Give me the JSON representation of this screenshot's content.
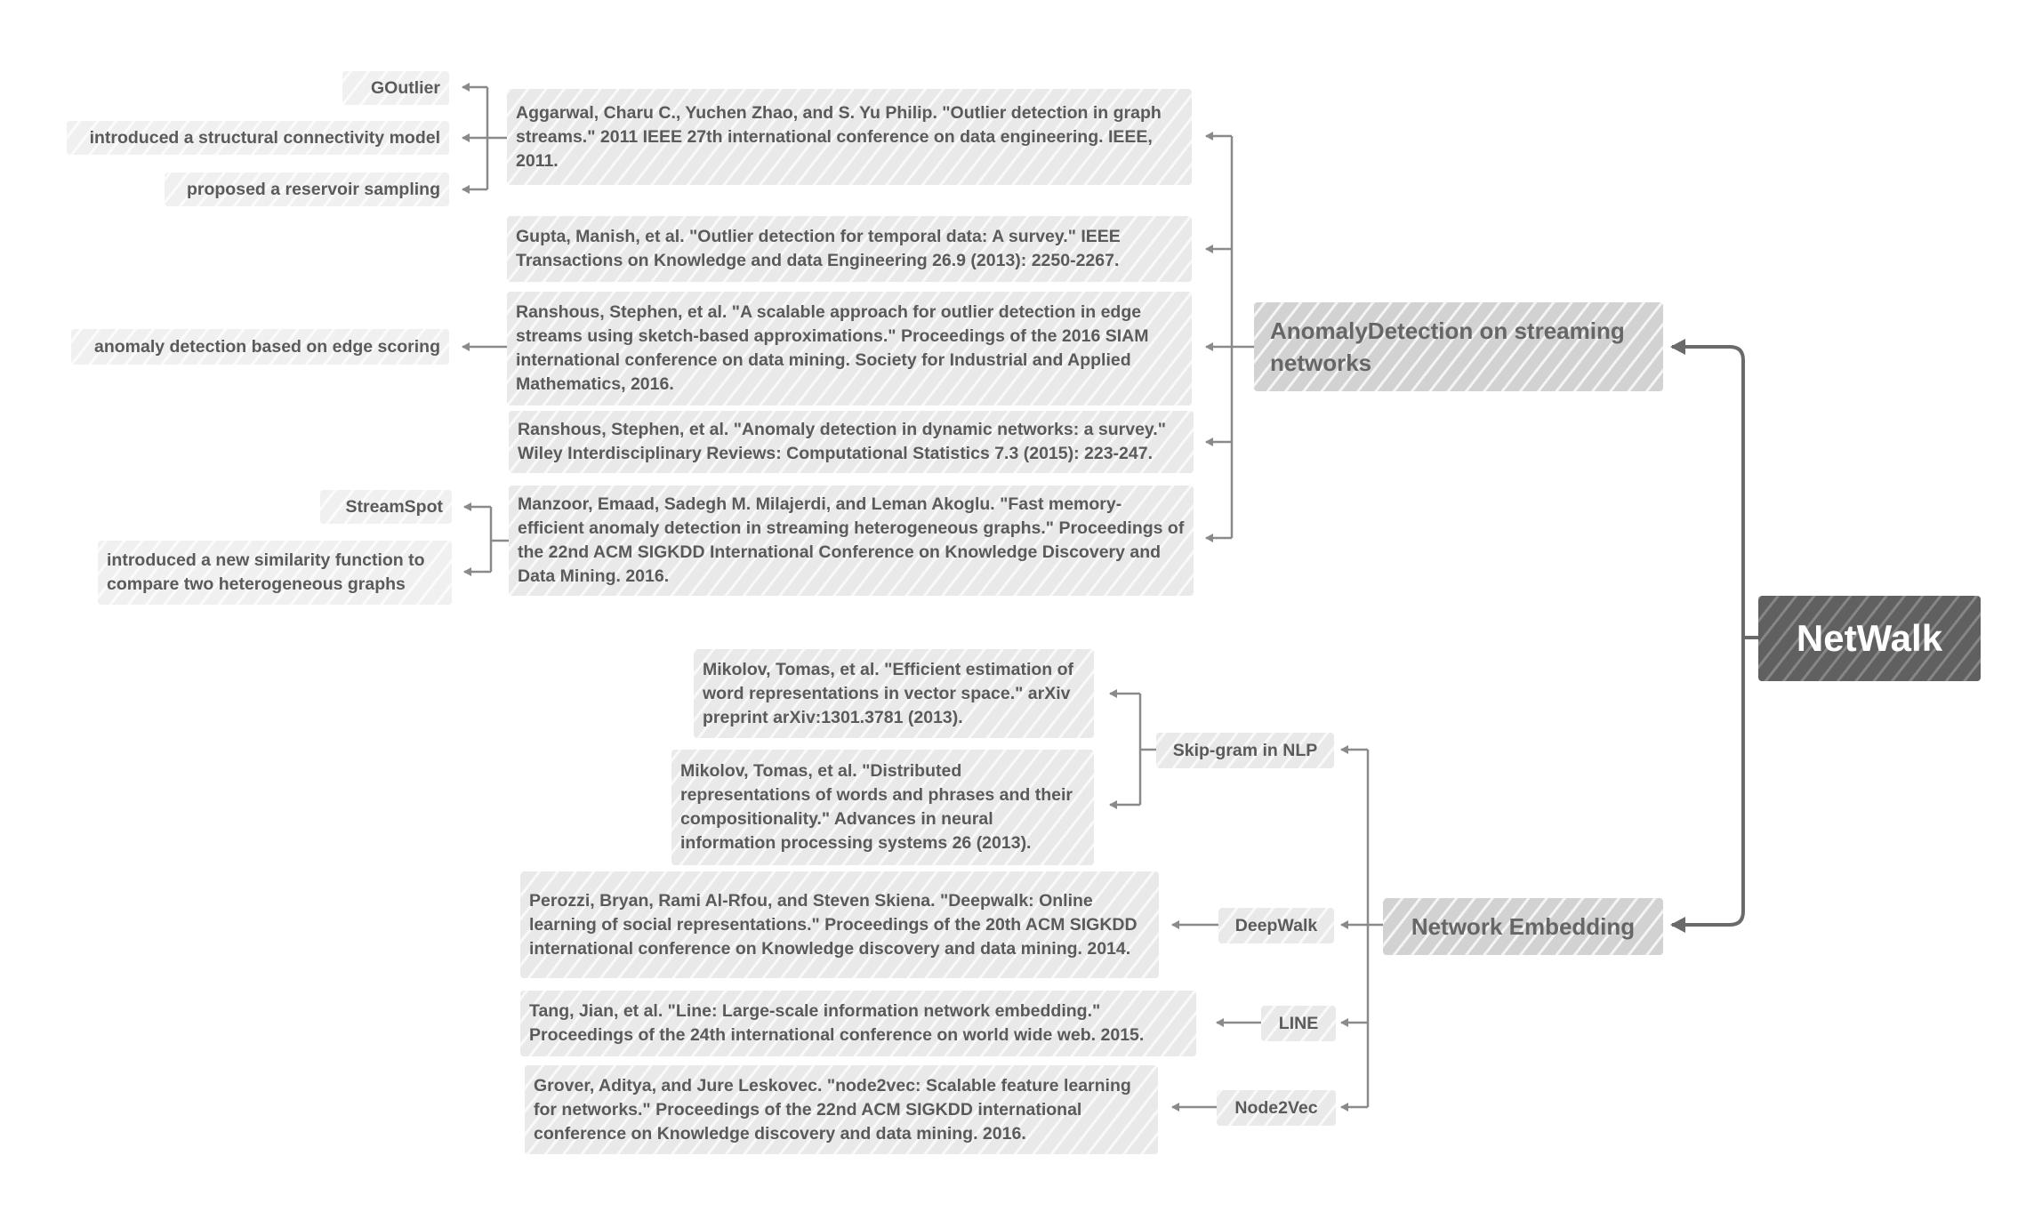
{
  "root": {
    "label": "NetWalk"
  },
  "anomaly": {
    "label": "AnomalyDetection on streaming networks",
    "refs": [
      "Aggarwal, Charu C., Yuchen Zhao, and S. Yu Philip. \"Outlier detection in graph streams.\" 2011 IEEE 27th international conference on data engineering. IEEE, 2011.",
      "Gupta, Manish, et al. \"Outlier detection for temporal data: A survey.\" IEEE Transactions on Knowledge and data Engineering 26.9 (2013): 2250-2267.",
      "Ranshous, Stephen, et al. \"A scalable approach for outlier detection in edge streams using sketch-based approximations.\" Proceedings of the 2016 SIAM international conference on data mining. Society for Industrial and Applied Mathematics, 2016.",
      "Ranshous, Stephen, et al. \"Anomaly detection in dynamic networks: a survey.\" Wiley Interdisciplinary Reviews: Computational Statistics 7.3 (2015): 223-247.",
      "Manzoor, Emaad, Sadegh M. Milajerdi, and Leman Akoglu. \"Fast memory-efficient anomaly detection in streaming heterogeneous graphs.\" Proceedings of the 22nd ACM SIGKDD International Conference on Knowledge Discovery and Data Mining. 2016."
    ],
    "notes": {
      "goutlier": "GOutlier",
      "structural": "introduced a structural connectivity model",
      "reservoir": "proposed a reservoir sampling",
      "edge_scoring": "anomaly detection based on edge scoring",
      "streamspot": "StreamSpot",
      "similarity": "introduced a new similarity function to compare two heterogeneous graphs"
    }
  },
  "embedding": {
    "label": "Network Embedding",
    "methods": {
      "skipgram": "Skip-gram in NLP",
      "deepwalk": "DeepWalk",
      "line": "LINE",
      "node2vec": "Node2Vec"
    },
    "refs": {
      "mikolov1": "Mikolov, Tomas, et al. \"Efficient estimation of word representations in vector space.\" arXiv preprint arXiv:1301.3781 (2013).",
      "mikolov2": "Mikolov, Tomas, et al. \"Distributed representations of words and phrases and their compositionality.\" Advances in neural information processing systems 26 (2013).",
      "deepwalk": "Perozzi, Bryan, Rami Al-Rfou, and Steven Skiena. \"Deepwalk: Online learning of social representations.\" Proceedings of the 20th ACM SIGKDD international conference on Knowledge discovery and data mining. 2014.",
      "line": "Tang, Jian, et al. \"Line: Large-scale information network embedding.\" Proceedings of the 24th international conference on world wide web. 2015.",
      "node2vec": "Grover, Aditya, and Jure Leskovec. \"node2vec: Scalable feature learning for networks.\" Proceedings of the 22nd ACM SIGKDD international conference on Knowledge discovery and data mining. 2016."
    }
  }
}
